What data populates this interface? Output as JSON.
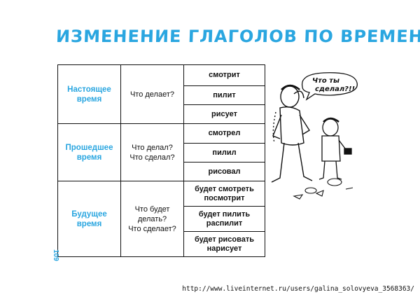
{
  "title": "ИЗМЕНЕНИЕ ГЛАГОЛОВ ПО ВРЕМЕНАМ",
  "table": {
    "rows": [
      {
        "tense": [
          "Настоящее",
          "время"
        ],
        "questions": [
          "Что делает?"
        ],
        "forms": [
          [
            "смотрит"
          ],
          [
            "пилит"
          ],
          [
            "рисует"
          ]
        ]
      },
      {
        "tense": [
          "Прошедшее",
          "время"
        ],
        "questions": [
          "Что делал?",
          "Что сделал?"
        ],
        "forms": [
          [
            "смотрел"
          ],
          [
            "пилил"
          ],
          [
            "рисовал"
          ]
        ]
      },
      {
        "tense": [
          "Будущее",
          "время"
        ],
        "questions": [
          "Что будет",
          "делать?",
          "Что сделает?"
        ],
        "forms": [
          [
            "будет смотреть",
            "посмотрит"
          ],
          [
            "будет пилить",
            "распилит"
          ],
          [
            "будет рисовать",
            "нарисует"
          ]
        ]
      }
    ]
  },
  "illustration": {
    "speech_bubble": [
      "Что ты",
      "сделал?!!"
    ]
  },
  "page_number": "109",
  "footer_url": "http://www.liveinternet.ru/users/galina_solovyeva_3568363/",
  "colors": {
    "accent": "#2aa6e0",
    "ink": "#111111"
  }
}
